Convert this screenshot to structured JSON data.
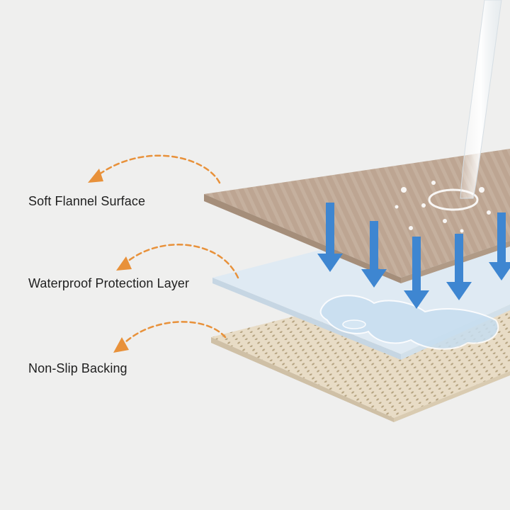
{
  "layers": [
    {
      "label": "Soft Flannel Surface",
      "icon": "flannel-layer"
    },
    {
      "label": "Waterproof Protection Layer",
      "icon": "waterproof-layer"
    },
    {
      "label": "Non-Slip Backing",
      "icon": "non-slip-layer"
    }
  ],
  "colors": {
    "background": "#efefee",
    "arrow_orange": "#e8913a",
    "flannel": "#c9b5a4",
    "waterproof": "#dfeaf3",
    "backing": "#e8dcc6",
    "water_arrow_blue": "#3e86d1",
    "text": "#1f1f1f"
  }
}
